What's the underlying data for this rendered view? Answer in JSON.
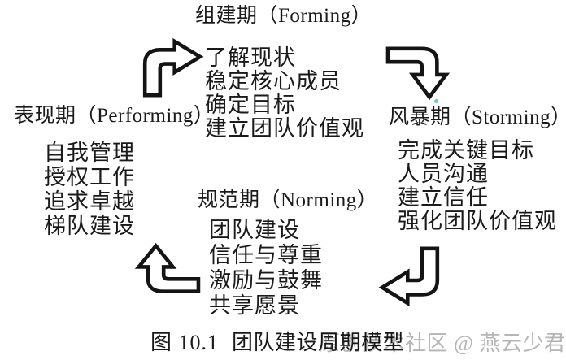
{
  "page": {
    "background_color": "#ffffff",
    "text_color": "#1a1a1a",
    "watermark_color": "#b5b5b5",
    "speck_color": "#3cc0bd"
  },
  "stages": [
    {
      "id": "forming",
      "title": "组建期（Forming）",
      "items": [
        "了解现状",
        "稳定核心成员",
        "确定目标",
        "建立团队价值观"
      ]
    },
    {
      "id": "storming",
      "title": "风暴期（Storming）",
      "items": [
        "完成关键目标",
        "人员沟通",
        "建立信任",
        "强化团队价值观"
      ]
    },
    {
      "id": "norming",
      "title": "规范期（Norming）",
      "items": [
        "团队建设",
        "信任与尊重",
        "激励与鼓舞",
        "共享愿景"
      ]
    },
    {
      "id": "performing",
      "title": "表现期（Performing）",
      "items": [
        "自我管理",
        "授权工作",
        "追求卓越",
        "梯队建设"
      ]
    }
  ],
  "arrows": [
    {
      "name": "performing-to-forming",
      "direction": "up-then-right",
      "style": "outlined-elbow"
    },
    {
      "name": "forming-to-storming",
      "direction": "right-then-down",
      "style": "outlined-elbow"
    },
    {
      "name": "storming-to-norming",
      "direction": "down-then-left",
      "style": "outlined-elbow"
    },
    {
      "name": "norming-to-performing",
      "direction": "left-then-up",
      "style": "outlined-elbow"
    }
  ],
  "caption": {
    "figure_label": "图 10.1",
    "figure_title": "团队建设周期模型"
  },
  "watermark": {
    "text": "原创技术社区 @ 燕云少君"
  }
}
